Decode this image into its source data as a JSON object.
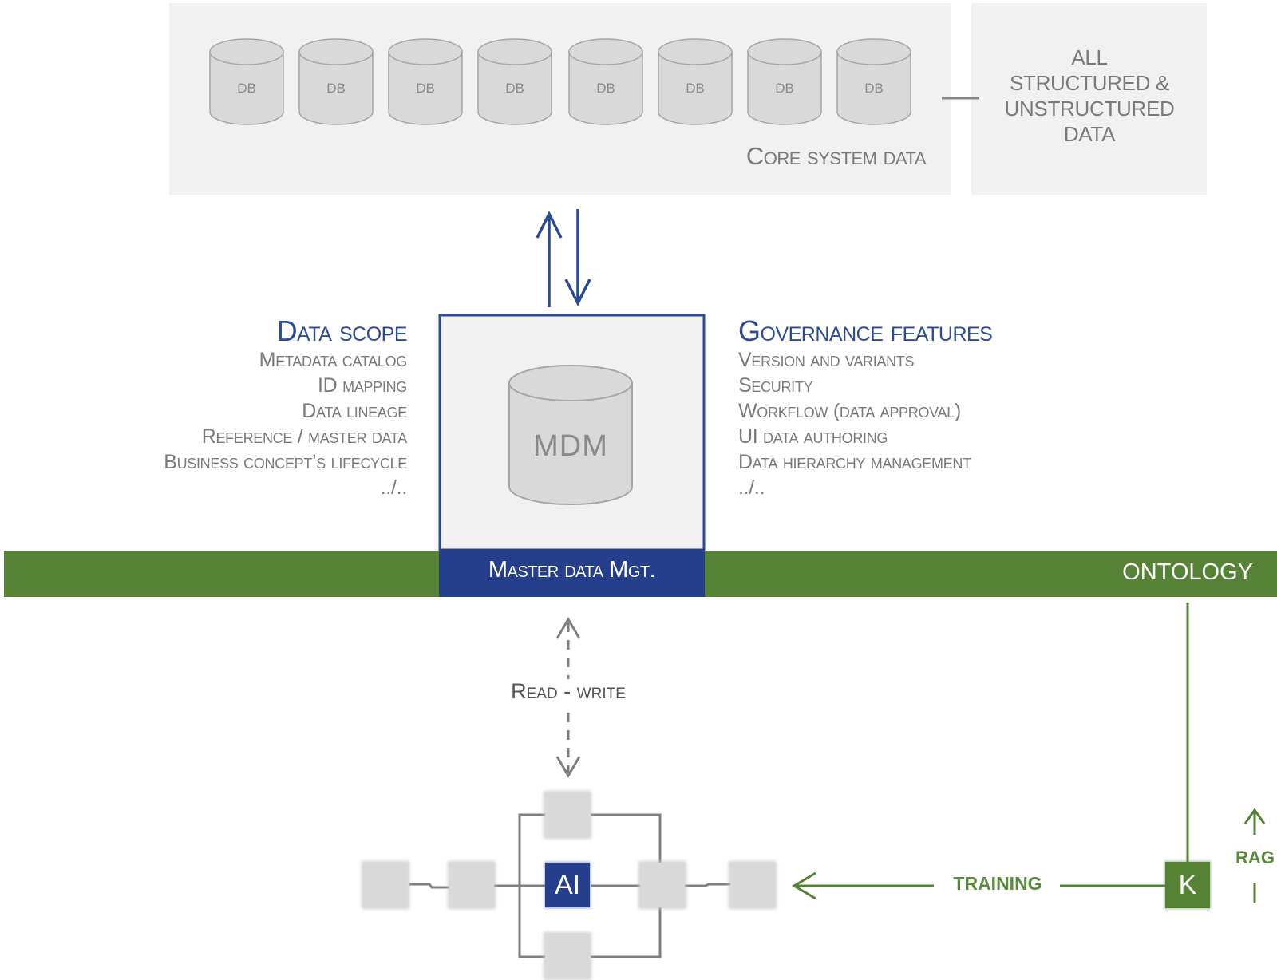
{
  "core": {
    "db_labels": [
      "DB",
      "DB",
      "DB",
      "DB",
      "DB",
      "DB",
      "DB",
      "DB"
    ],
    "title": "Core system data",
    "side_text": [
      "ALL",
      "STRUCTURED &",
      "UNSTRUCTURED",
      "DATA"
    ]
  },
  "data_scope": {
    "title": "Data scope",
    "items": [
      "Metadata catalog",
      "ID mapping",
      "Data lineage",
      "Reference / master data",
      "Business concept’s lifecycle",
      "../.."
    ]
  },
  "governance": {
    "title": "Governance features",
    "items": [
      "Version and variants",
      "Security",
      "Workflow (data approval)",
      "UI data authoring",
      "Data hierarchy management",
      "../.."
    ]
  },
  "mdm": {
    "db_label": "MDM",
    "caption": "Master data Mgt."
  },
  "ontology": {
    "label": "ONTOLOGY"
  },
  "read_write": {
    "label": "Read - write"
  },
  "ai": {
    "label": "AI"
  },
  "knowledge": {
    "label": "K"
  },
  "training": {
    "label": "TRAINING"
  },
  "rag": {
    "label": "RAG"
  },
  "colors": {
    "blue": "#2b4a97",
    "green": "#558234",
    "grey_panel": "#f1f1f1",
    "grey_box": "#d9d9d9"
  }
}
